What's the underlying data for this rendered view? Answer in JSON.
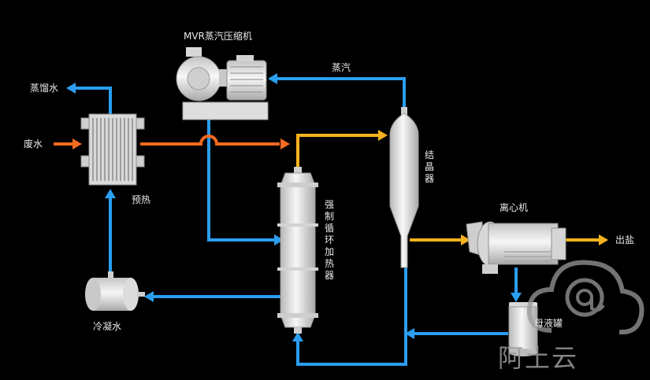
{
  "colors": {
    "steam": "#2b9ef0",
    "feed": "#f26a1f",
    "product": "#f7b21c",
    "equipment": "#e8e8e8",
    "equipment_shadow": "#bdbdbd",
    "background": "#000000"
  },
  "labels": {
    "compressor": "MVR蒸汽压缩机",
    "condensate_out": "蒸馏水",
    "waste_water": "废水",
    "preheat": "预热",
    "steam": "蒸汽",
    "crystallizer": "结晶器",
    "forced_heater": "强制循环加热器",
    "cooling_water": "冷凝水",
    "centrifuge": "离心机",
    "salt_out": "出盐",
    "mother_liquor": "母液罐"
  },
  "watermark": {
    "text": "阿土云"
  }
}
